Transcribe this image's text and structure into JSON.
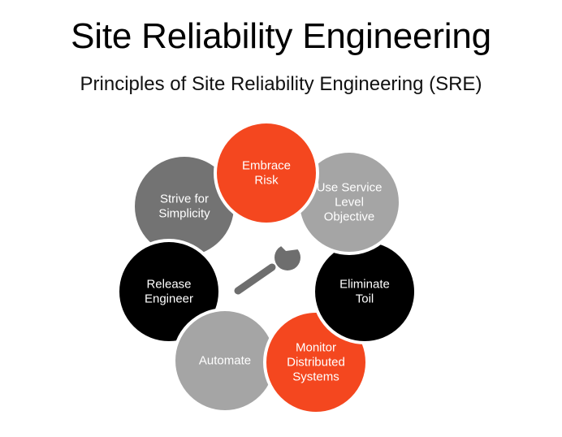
{
  "title": "Site Reliability Engineering",
  "subtitle": "Principles of Site Reliability Engineering (SRE)",
  "colors": {
    "red": "#f4471f",
    "light_gray": "#a5a5a5",
    "dark_gray": "#737373",
    "black": "#000000",
    "wrench": "#6e6e6e"
  },
  "center_icon": "wrench-icon",
  "principles": [
    {
      "lines": [
        "Strive for",
        "Simplicity"
      ],
      "color": "#737373"
    },
    {
      "lines": [
        "Release",
        "Engineer"
      ],
      "color": "#000000"
    },
    {
      "lines": [
        "Automate"
      ],
      "color": "#a5a5a5"
    },
    {
      "lines": [
        "Monitor",
        "Distributed",
        "Systems"
      ],
      "color": "#f4471f"
    },
    {
      "lines": [
        "Eliminate",
        "Toil"
      ],
      "color": "#000000"
    },
    {
      "lines": [
        "Use Service",
        "Level",
        "Objective"
      ],
      "color": "#a5a5a5"
    },
    {
      "lines": [
        "Embrace",
        "Risk"
      ],
      "color": "#f4471f"
    }
  ]
}
